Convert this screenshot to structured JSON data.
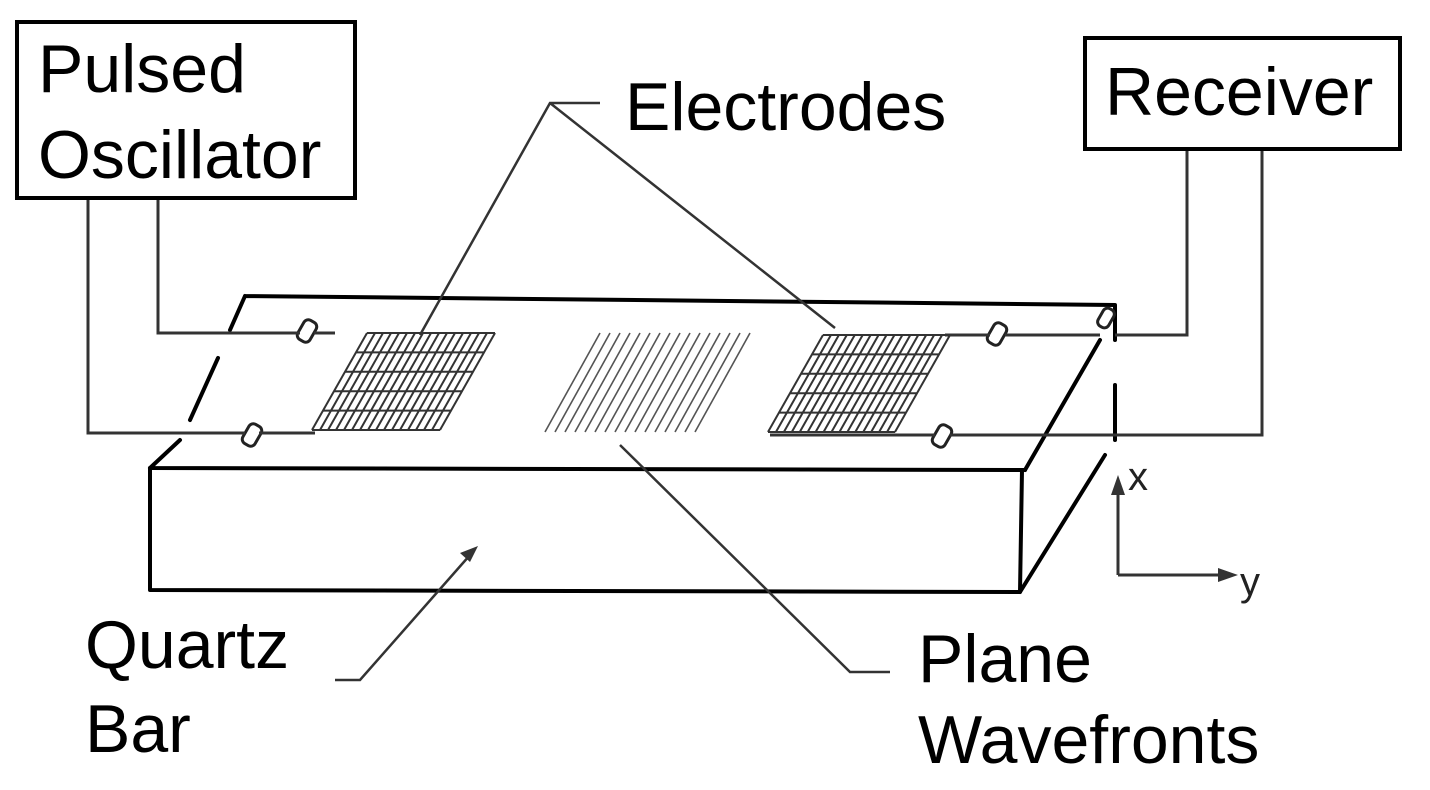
{
  "labels": {
    "pulsed_line1": "Pulsed",
    "pulsed_line2": "Oscillator",
    "electrodes": "Electrodes",
    "receiver": "Receiver",
    "quartz_line1": "Quartz",
    "quartz_line2": "Bar",
    "plane_line1": "Plane",
    "plane_line2": "Wavefronts",
    "axis_x": "x",
    "axis_y": "y"
  },
  "colors": {
    "stroke": "#000000",
    "background": "#ffffff"
  }
}
